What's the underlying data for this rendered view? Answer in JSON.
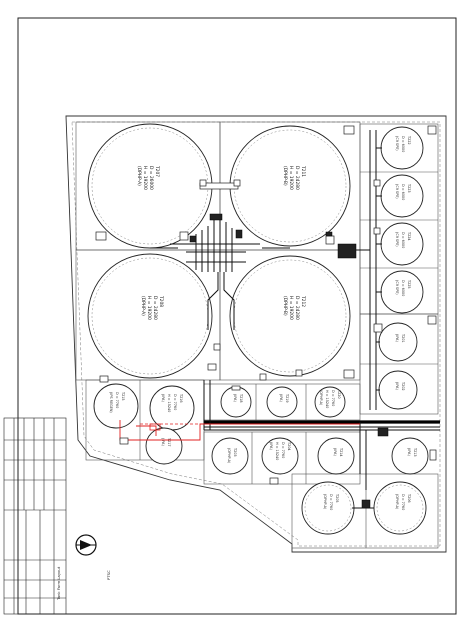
{
  "drawing": {
    "tanks": [
      {
        "id": "T207",
        "lines": [
          "T207",
          "D = 26000",
          "H = 19200",
          "(DPHP-A)"
        ]
      },
      {
        "id": "T211",
        "lines": [
          "T211",
          "D = 24280",
          "H = 19200",
          "(DPHP-B)"
        ]
      },
      {
        "id": "T208",
        "lines": [
          "T208",
          "D = 24280",
          "H = 19200",
          "(DPHP-A)"
        ]
      },
      {
        "id": "T212",
        "lines": [
          "T212",
          "D = 24280",
          "H = 19200",
          "(DPHP-B)"
        ]
      },
      {
        "id": "T222",
        "lines": [
          "T222",
          "D = 6000",
          "(C9 SPE)"
        ]
      },
      {
        "id": "T223",
        "lines": [
          "T223",
          "D = 6000",
          "(C9 SPE)"
        ]
      },
      {
        "id": "T224",
        "lines": [
          "T224",
          "D = 6000",
          "(C9 SPE)"
        ]
      },
      {
        "id": "T225",
        "lines": [
          "T225",
          "D = 6000",
          "(C9 SPE)"
        ]
      },
      {
        "id": "T201",
        "lines": [
          "T201",
          "(IPA)"
        ]
      },
      {
        "id": "T202",
        "lines": [
          "T202",
          "(IPA)"
        ]
      },
      {
        "id": "T213",
        "lines": [
          "T213",
          "(IPA)"
        ]
      },
      {
        "id": "T214",
        "lines": [
          "T214",
          "(IPA)"
        ]
      },
      {
        "id": "T215",
        "lines": [
          "T215",
          "D = 7760",
          "(IPS REGEN)"
        ]
      },
      {
        "id": "T216",
        "lines": [
          "T216",
          "D = 7760",
          "H = 15240",
          "(IPA)"
        ]
      },
      {
        "id": "T217",
        "lines": [
          "T217",
          "(IPA)"
        ]
      },
      {
        "id": "T218",
        "lines": [
          "T218",
          "(IPA)"
        ]
      },
      {
        "id": "T219",
        "lines": [
          "T219",
          "(IPA)"
        ]
      },
      {
        "id": "T220",
        "lines": [
          "T220",
          "D = 7760",
          "H = 15240",
          "(DPHP-A)"
        ]
      },
      {
        "id": "T203",
        "lines": [
          "T203",
          "(DPHP-A)"
        ]
      },
      {
        "id": "T204",
        "lines": [
          "T204",
          "D = 7760",
          "H = 15240",
          "(IPA)"
        ]
      },
      {
        "id": "T205",
        "lines": [
          "T205",
          "D = 7760",
          "(DPHP-A)"
        ]
      },
      {
        "id": "T206",
        "lines": [
          "T206",
          "D = 7760",
          "(DPHP-A)"
        ]
      }
    ]
  },
  "title_block": {
    "company": "PTSC",
    "rows": [
      "",
      "",
      "",
      "",
      "",
      "",
      "",
      ""
    ],
    "sheet_note": "Tank Farm Layout"
  },
  "colors": {
    "line": "#222222",
    "pipe": "#111111",
    "highlight": "#e02020",
    "background": "#ffffff"
  },
  "icons": {
    "company_logo": "company-logo-icon"
  }
}
